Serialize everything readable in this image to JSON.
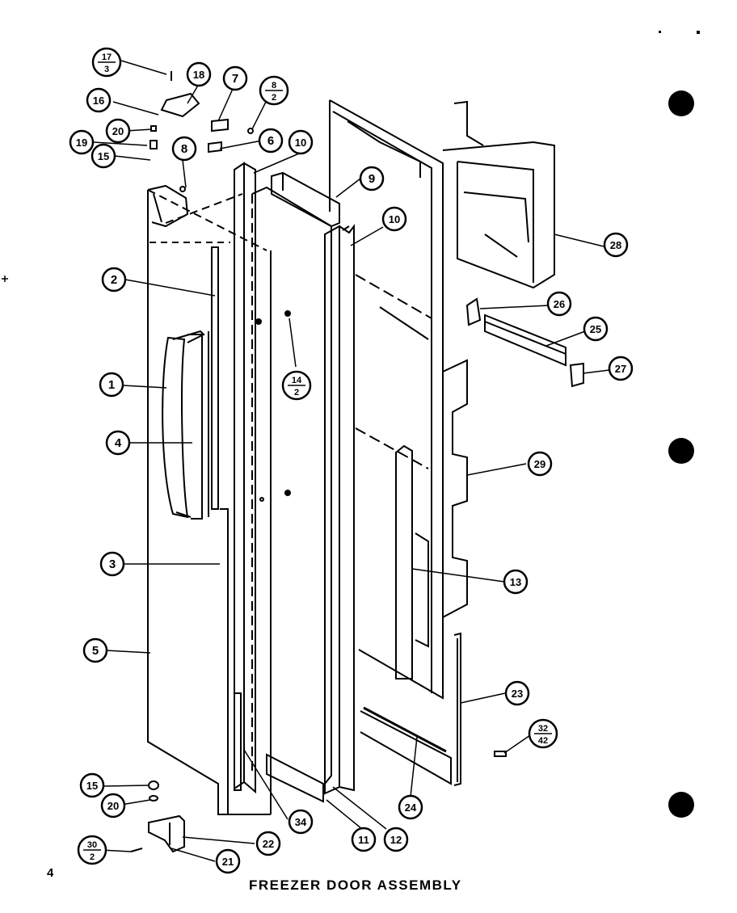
{
  "title": "FREEZER DOOR ASSEMBLY",
  "page_number": "4",
  "callouts": [
    {
      "id": "c1",
      "label": "1"
    },
    {
      "id": "c2",
      "label": "2"
    },
    {
      "id": "c3",
      "label": "3"
    },
    {
      "id": "c4",
      "label": "4"
    },
    {
      "id": "c5",
      "label": "5"
    },
    {
      "id": "c6",
      "label": "6"
    },
    {
      "id": "c7",
      "label": "7"
    },
    {
      "id": "c8",
      "label": "8"
    },
    {
      "id": "c9",
      "label": "9"
    },
    {
      "id": "c10a",
      "label": "10"
    },
    {
      "id": "c10b",
      "label": "10"
    },
    {
      "id": "c11",
      "label": "11"
    },
    {
      "id": "c12",
      "label": "12"
    },
    {
      "id": "c13",
      "label": "13"
    },
    {
      "id": "c15a",
      "label": "15"
    },
    {
      "id": "c15b",
      "label": "15"
    },
    {
      "id": "c16",
      "label": "16"
    },
    {
      "id": "c18",
      "label": "18"
    },
    {
      "id": "c19",
      "label": "19"
    },
    {
      "id": "c20a",
      "label": "20"
    },
    {
      "id": "c20b",
      "label": "20"
    },
    {
      "id": "c21",
      "label": "21"
    },
    {
      "id": "c22",
      "label": "22"
    },
    {
      "id": "c23",
      "label": "23"
    },
    {
      "id": "c24",
      "label": "24"
    },
    {
      "id": "c25",
      "label": "25"
    },
    {
      "id": "c26",
      "label": "26"
    },
    {
      "id": "c27",
      "label": "27"
    },
    {
      "id": "c28",
      "label": "28"
    },
    {
      "id": "c29",
      "label": "29"
    },
    {
      "id": "c34",
      "label": "34"
    }
  ],
  "fraction_callouts": [
    {
      "id": "f17",
      "top": "17",
      "bottom": "3"
    },
    {
      "id": "f8",
      "top": "8",
      "bottom": "2"
    },
    {
      "id": "f14",
      "top": "14",
      "bottom": "2"
    },
    {
      "id": "f30",
      "top": "30",
      "bottom": "2"
    },
    {
      "id": "f32",
      "top": "32",
      "bottom": "42"
    }
  ]
}
